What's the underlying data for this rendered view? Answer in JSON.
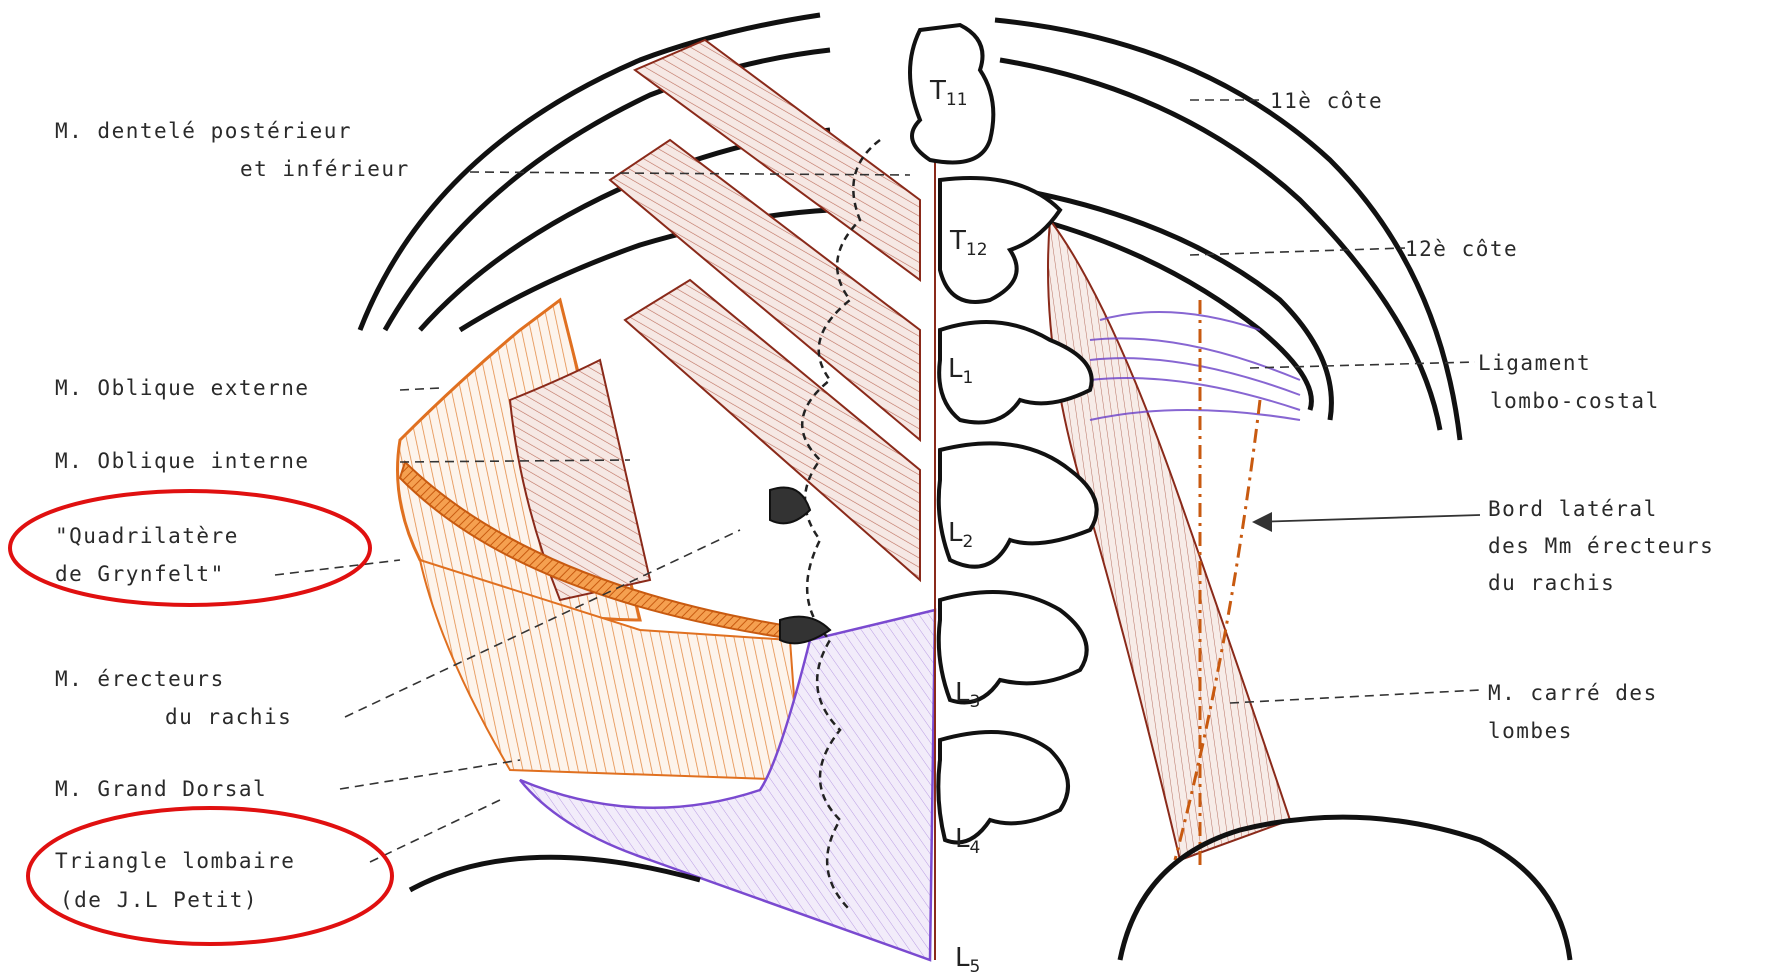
{
  "colors": {
    "bone": "#111111",
    "muscle_fiber": "#8a2a1a",
    "muscle_fill": "#f4e6e2",
    "oblique": "#e07020",
    "ligament": "#6a40c8",
    "triangle": "#8a5ad0",
    "highlight": "#e01010",
    "label": "#2a2a2a"
  },
  "labels_left": {
    "dentele_1": "M. dentelé postérieur",
    "dentele_2": "et inférieur",
    "oblique_externe": "M. Oblique externe",
    "oblique_interne": "M. Oblique interne",
    "quadrilatere_1": "\"Quadrilatère",
    "quadrilatere_2": "de Grynfelt\"",
    "erecteurs_1": "M. érecteurs",
    "erecteurs_2": "du rachis",
    "grand_dorsal": "M. Grand Dorsal",
    "triangle_1": "Triangle lombaire",
    "triangle_2": "(de J.L Petit)"
  },
  "labels_right": {
    "cote_11": "11è côte",
    "cote_12": "12è côte",
    "ligament_1": "Ligament",
    "ligament_2": "lombo-costal",
    "bord_1": "Bord latéral",
    "bord_2": "des Mm érecteurs",
    "bord_3": "du rachis",
    "carre_1": "M. carré des",
    "carre_2": "lombes"
  },
  "vertebrae": [
    {
      "letter": "T",
      "num": "11"
    },
    {
      "letter": "T",
      "num": "12"
    },
    {
      "letter": "L",
      "num": "1"
    },
    {
      "letter": "L",
      "num": "2"
    },
    {
      "letter": "L",
      "num": "3"
    },
    {
      "letter": "L",
      "num": "4"
    },
    {
      "letter": "L",
      "num": "5"
    }
  ],
  "highlighted_labels": [
    "\"Quadrilatère de Grynfelt\"",
    "Triangle lombaire (de J.L Petit)"
  ]
}
